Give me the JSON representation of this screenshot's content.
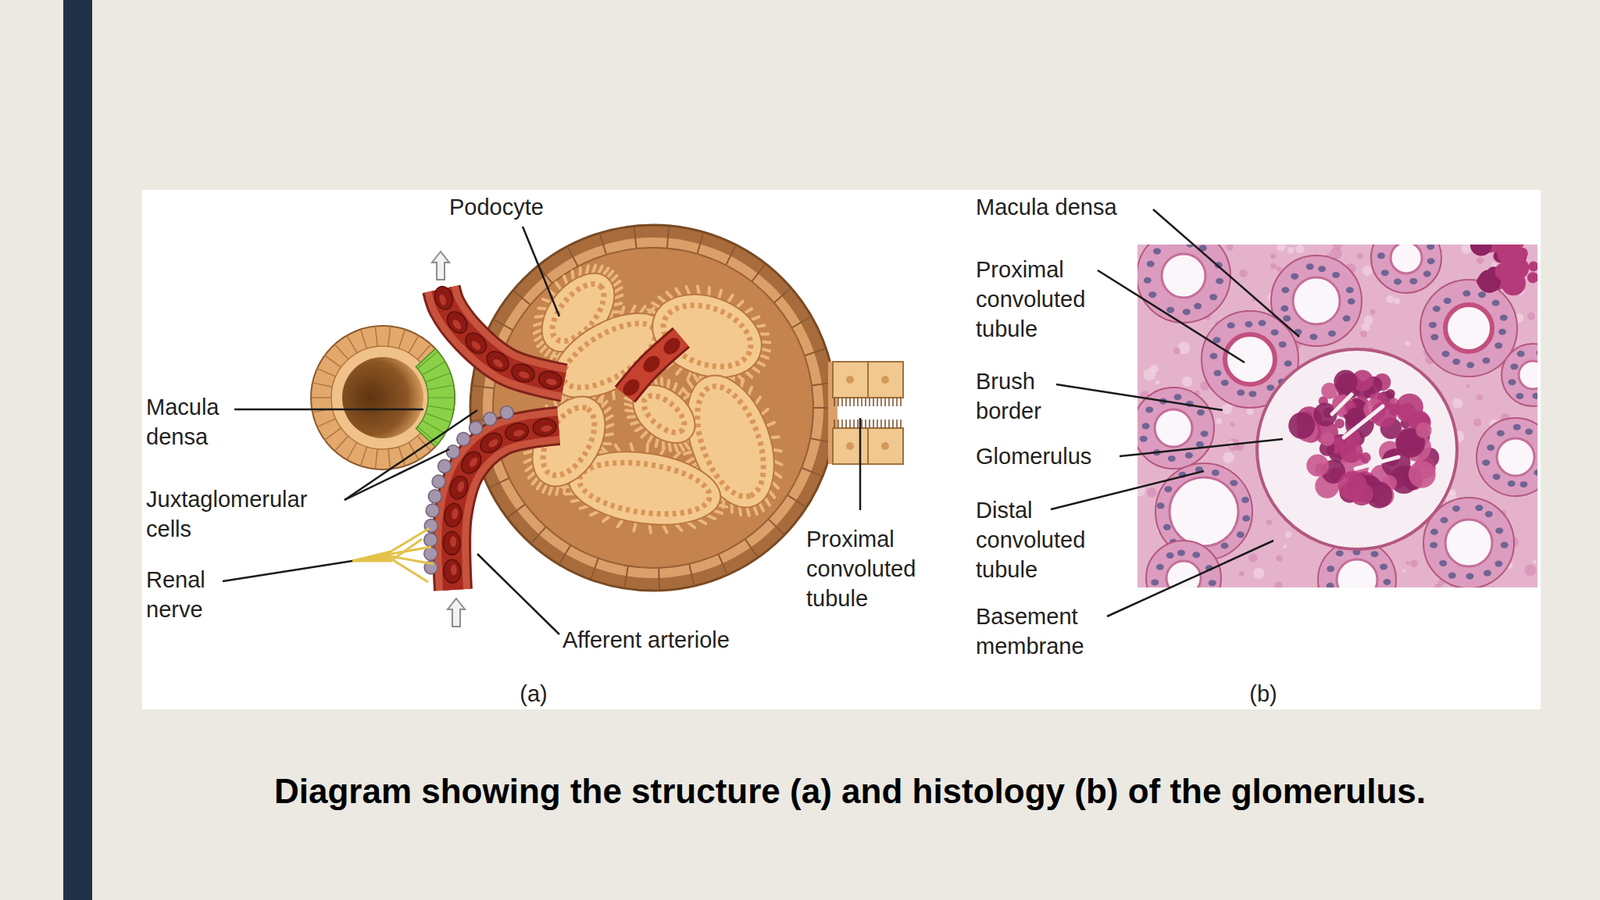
{
  "diagram": {
    "caption": "Diagram showing the structure (a) and histology (b) of the glomerulus.",
    "labels": [
      "Podocyte",
      "Macula densa",
      "Juxtaglomerular cells",
      "Renal nerve",
      "Afferent arteriole",
      "Proximal convoluted tubule",
      "(a)",
      "Macula densa",
      "Proximal convoluted tubule",
      "Brush border",
      "Glomerulus",
      "Distal convoluted tubule",
      "Basement membrane",
      "(b)"
    ]
  }
}
